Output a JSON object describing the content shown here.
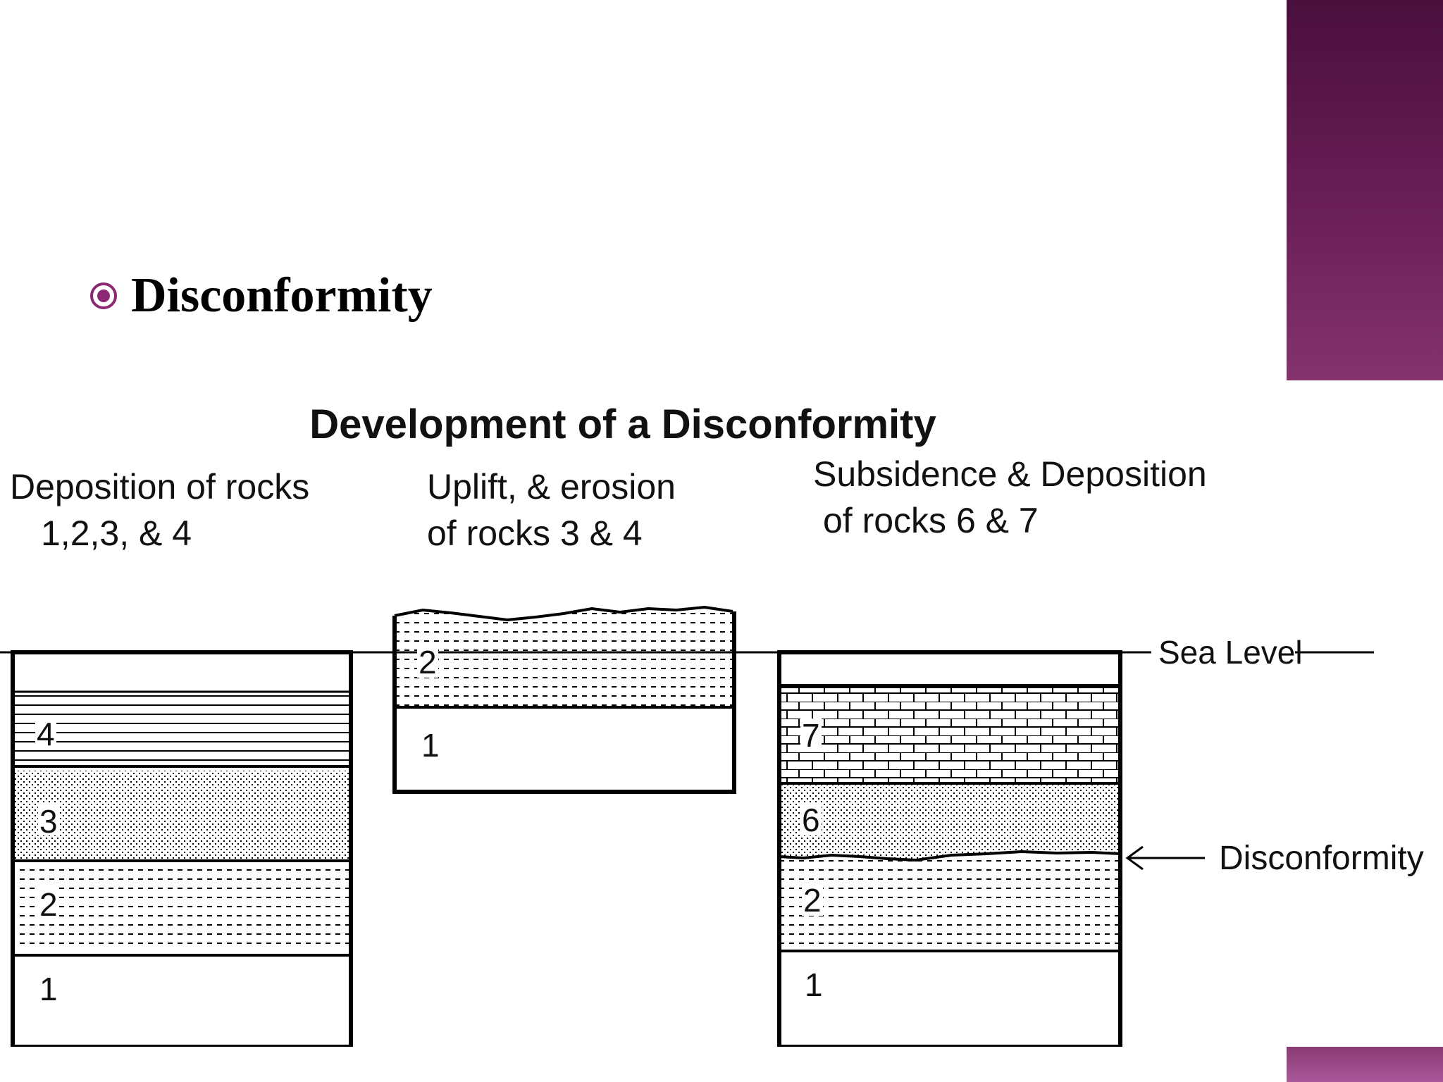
{
  "slide": {
    "bullet_icon": "target-bullet-icon",
    "heading": "Disconformity",
    "accent_color": "#8b2a73",
    "sidebar_color": "#5a1549"
  },
  "diagram": {
    "title": "Development of a Disconformity",
    "stages": [
      {
        "caption_line1": "Deposition of rocks",
        "caption_line2": "1,2,3, & 4",
        "layers": [
          "4",
          "3",
          "2",
          "1"
        ]
      },
      {
        "caption_line1": "Uplift, & erosion",
        "caption_line2": "of rocks 3 & 4",
        "layers": [
          "2",
          "1"
        ]
      },
      {
        "caption_line1": "Subsidence & Deposition",
        "caption_line2": "of rocks 6 & 7",
        "layers": [
          "7",
          "6",
          "2",
          "1"
        ]
      }
    ],
    "sea_level_label": "Sea Level",
    "disconformity_label": "Disconformity"
  }
}
